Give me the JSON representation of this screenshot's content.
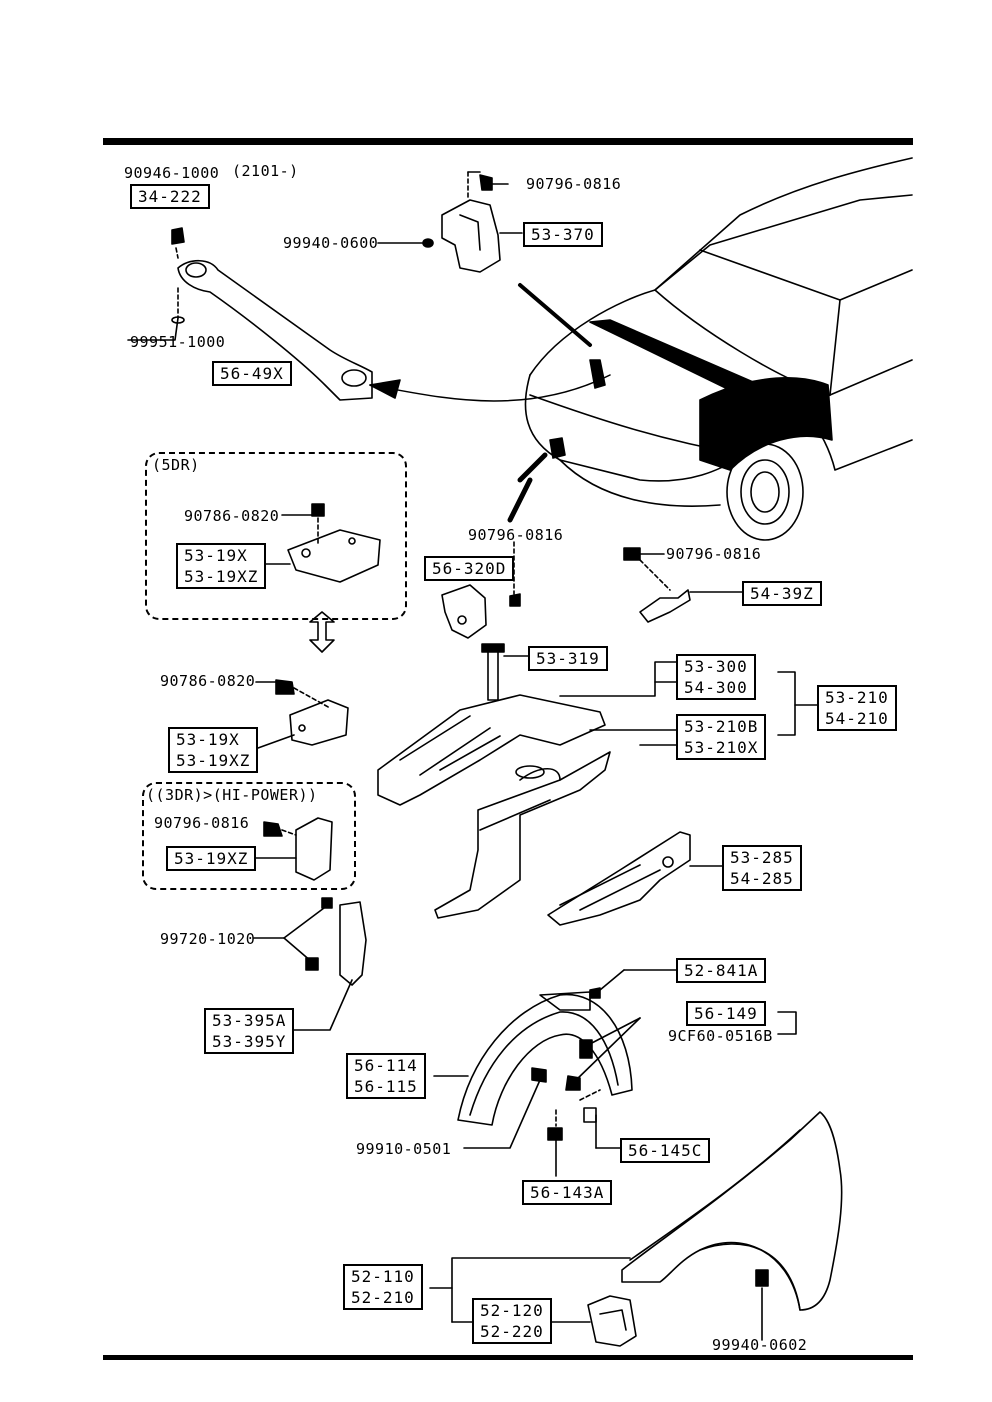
{
  "parts": {
    "nut_top_1": "90946-1000",
    "serial_note": "(2101-)",
    "box_34_222": "34-222",
    "washer_1": "99951-1000",
    "bar_56_49x": "56-49X",
    "bolt_top_hinge": "90796-0816",
    "nut_hinge": "99940-0600",
    "box_53_370": "53-370",
    "group_5dr_title": "(5DR)",
    "bolt_5dr": "90786-0820",
    "box_53_19x_a": "53-19X",
    "box_53_19xz_a": "53-19XZ",
    "bolt_mid_1": "90796-0816",
    "box_56_320d": "56-320D",
    "bolt_mid_2": "90796-0816",
    "box_54_39z": "54-39Z",
    "bolt_alt": "90786-0820",
    "box_53_19x_b": "53-19X",
    "box_53_19xz_b": "53-19XZ",
    "group_3dr_title": "((3DR)>(HI-POWER))",
    "bolt_3dr": "90796-0816",
    "box_53_19xz_c": "53-19XZ",
    "box_53_319": "53-319",
    "box_53_300": "53-300",
    "box_54_300": "54-300",
    "box_53_210": "53-210",
    "box_54_210": "54-210",
    "box_53_210b": "53-210B",
    "box_53_210x": "53-210X",
    "box_53_285": "53-285",
    "box_54_285": "54-285",
    "screw_99720": "99720-1020",
    "box_53_395a": "53-395A",
    "box_53_395y": "53-395Y",
    "box_52_841a": "52-841A",
    "box_56_149": "56-149",
    "clip_9cf60": "9CF60-0516B",
    "box_56_114": "56-114",
    "box_56_115": "56-115",
    "screw_99910": "99910-0501",
    "box_56_145c": "56-145C",
    "box_56_143a": "56-143A",
    "box_52_110": "52-110",
    "box_52_210": "52-210",
    "box_52_120": "52-120",
    "box_52_220": "52-220",
    "nut_fender": "99940-0602"
  }
}
